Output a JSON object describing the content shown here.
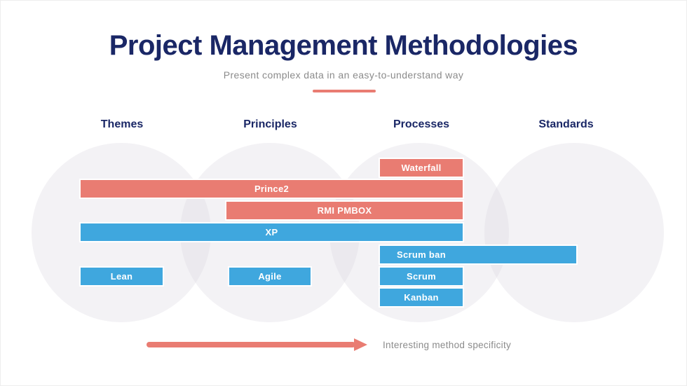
{
  "slide": {
    "title": "Project Management Methodologies",
    "subtitle": "Present complex data in an easy-to-understand way",
    "footer_note": "Interesting method specificity"
  },
  "columns": [
    "Themes",
    "Principles",
    "Processes",
    "Standards"
  ],
  "colors": {
    "navy": "#1a2766",
    "salmon": "#e97c72",
    "blue": "#3fa7de",
    "circle_gray": "#f1f0f3",
    "text_gray": "#8b8b8b",
    "bar_text": "#ffffff"
  },
  "chart_data": {
    "type": "bar",
    "subtype": "horizontal-span (gantt-style, spans across methodology columns)",
    "categories": [
      "Themes",
      "Principles",
      "Processes",
      "Standards"
    ],
    "title": "Project Management Methodologies",
    "legend_position": "none",
    "grid": false,
    "bars": [
      {
        "label": "Waterfall",
        "row": 1,
        "col_start": "Processes",
        "col_end": "Processes",
        "span_cols": [
          3,
          3
        ],
        "color": "#e97c72"
      },
      {
        "label": "Prince2",
        "row": 2,
        "col_start": "Themes",
        "col_end": "Processes",
        "span_cols": [
          1,
          3
        ],
        "color": "#e97c72"
      },
      {
        "label": "RMI PMBOX",
        "row": 3,
        "col_start": "Principles",
        "col_end": "Processes",
        "span_cols": [
          2,
          3
        ],
        "color": "#e97c72"
      },
      {
        "label": "XP",
        "row": 4,
        "col_start": "Themes",
        "col_end": "Processes",
        "span_cols": [
          1,
          3
        ],
        "color": "#3fa7de"
      },
      {
        "label": "Scrum ban",
        "row": 5,
        "col_start": "Processes",
        "col_end": "Standards (partial)",
        "span_cols": [
          3,
          3.55
        ],
        "color": "#3fa7de"
      },
      {
        "label": "Lean",
        "row": 6,
        "col_start": "Themes",
        "col_end": "Themes",
        "span_cols": [
          1,
          1
        ],
        "color": "#3fa7de"
      },
      {
        "label": "Agile",
        "row": 6,
        "col_start": "Principles",
        "col_end": "Principles",
        "span_cols": [
          2,
          2
        ],
        "color": "#3fa7de"
      },
      {
        "label": "Scrum",
        "row": 6,
        "col_start": "Processes",
        "col_end": "Processes",
        "span_cols": [
          3,
          3
        ],
        "color": "#3fa7de"
      },
      {
        "label": "Kanban",
        "row": 7,
        "col_start": "Processes",
        "col_end": "Processes",
        "span_cols": [
          3,
          3
        ],
        "color": "#3fa7de"
      }
    ],
    "annotations": [
      {
        "text": "Interesting method specificity",
        "position": "bottom",
        "arrow_color": "#e97c72"
      }
    ]
  }
}
